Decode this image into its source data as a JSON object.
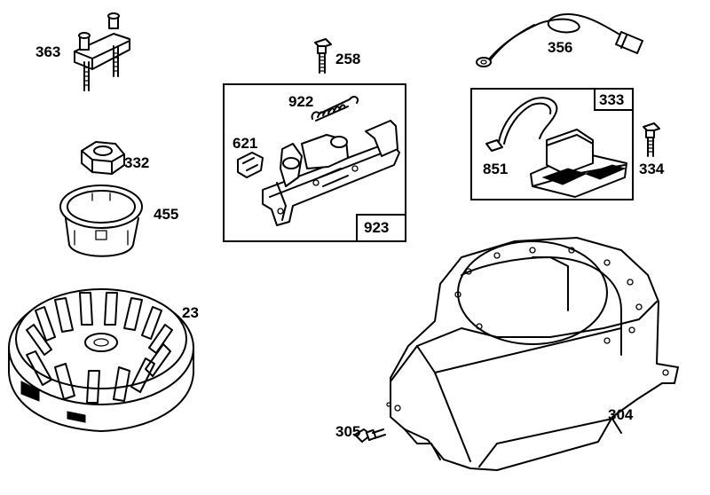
{
  "parts": [
    {
      "key": "p363",
      "number": "363"
    },
    {
      "key": "p258",
      "number": "258"
    },
    {
      "key": "p356",
      "number": "356"
    },
    {
      "key": "p922",
      "number": "922"
    },
    {
      "key": "p333",
      "number": "333"
    },
    {
      "key": "p621",
      "number": "621"
    },
    {
      "key": "p332",
      "number": "332"
    },
    {
      "key": "p851",
      "number": "851"
    },
    {
      "key": "p334",
      "number": "334"
    },
    {
      "key": "p455",
      "number": "455"
    },
    {
      "key": "p923",
      "number": "923"
    },
    {
      "key": "p23",
      "number": "23"
    },
    {
      "key": "p304",
      "number": "304"
    },
    {
      "key": "p305",
      "number": "305"
    }
  ]
}
